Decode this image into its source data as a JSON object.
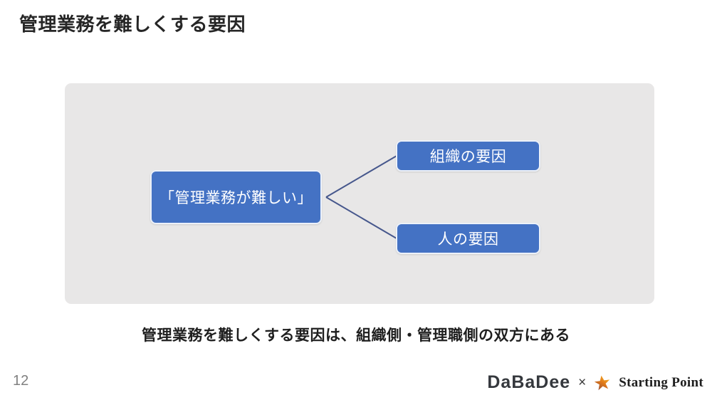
{
  "slide": {
    "title": "管理業務を難しくする要因",
    "caption": "管理業務を難しくする要因は、組織側・管理職側の双方にある",
    "page_number": "12"
  },
  "diagram": {
    "root_label": "「管理業務が難しい」",
    "branches": [
      {
        "label": "組織の要因"
      },
      {
        "label": "人の要因"
      }
    ],
    "colors": {
      "box_fill": "#4472c4",
      "box_border": "#ffffff",
      "connector": "#46578c",
      "panel_bg": "#e8e7e7"
    }
  },
  "footer": {
    "logo_left": "DaBaDee",
    "separator": "×",
    "star_icon": "star-icon",
    "logo_right": "Starting Point",
    "star_colors": {
      "from": "#8a4a3e",
      "mid": "#e07818",
      "to": "#ffc832"
    }
  }
}
